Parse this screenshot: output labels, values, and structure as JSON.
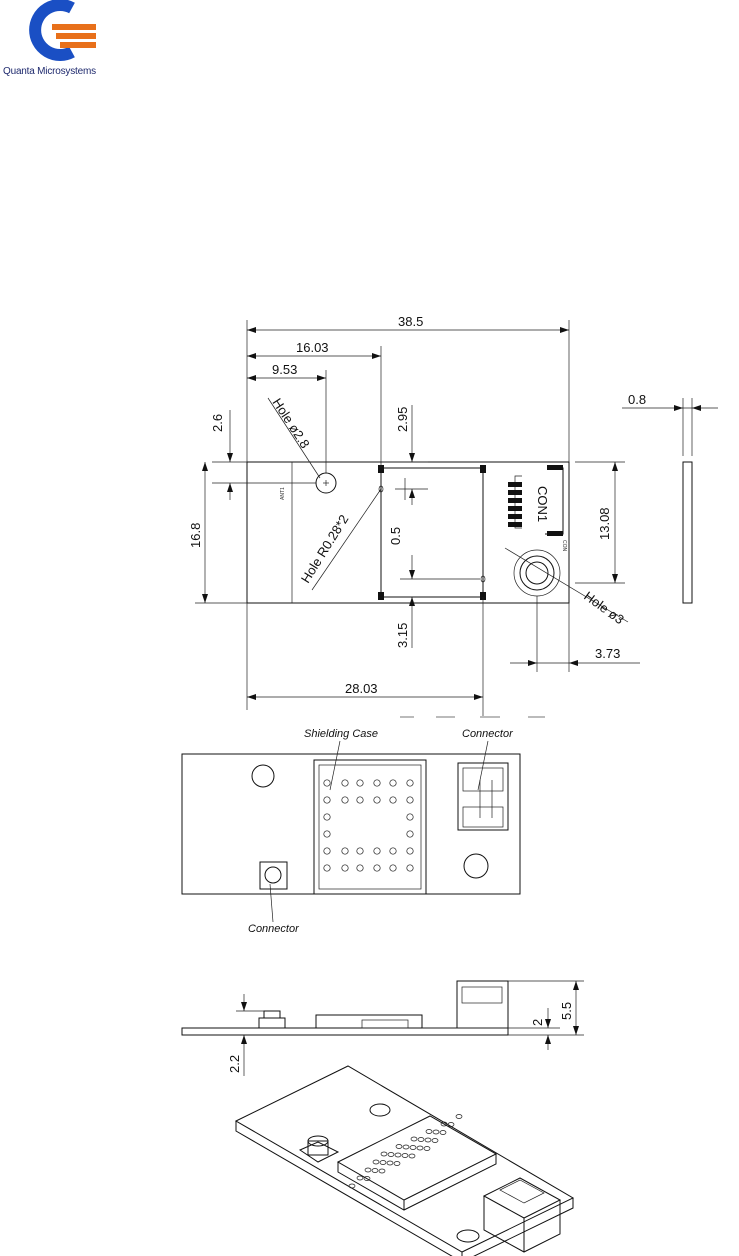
{
  "logo": {
    "company": "Quanta Microsystems",
    "colors": {
      "blue": "#1a4fc4",
      "orange": "#e8701a"
    }
  },
  "top_view": {
    "dim_overall_length": "38.5",
    "dim_16_03": "16.03",
    "dim_9_53": "9.53",
    "dim_2_6": "2.6",
    "dim_2_95": "2.95",
    "dim_width": "16.8",
    "dim_13_08": "13.08",
    "dim_0_5": "0.5",
    "dim_3_15": "3.15",
    "dim_3_73": "3.73",
    "dim_28_03": "28.03",
    "hole_2_8": "Hole ø2.8",
    "hole_r028": "Hole R0.28*2",
    "hole_3": "Hole ø3",
    "connector_label": "CON1",
    "ant_label": "ANT1",
    "con_small": "CON"
  },
  "side_thickness": {
    "dim_0_8": "0.8"
  },
  "bottom_view": {
    "shielding_case_label": "Shielding Case",
    "connector_top_label": "Connector",
    "connector_bottom_label": "Connector"
  },
  "side_view": {
    "dim_5_5": "5.5",
    "dim_2": "2",
    "dim_2_2": "2.2"
  }
}
